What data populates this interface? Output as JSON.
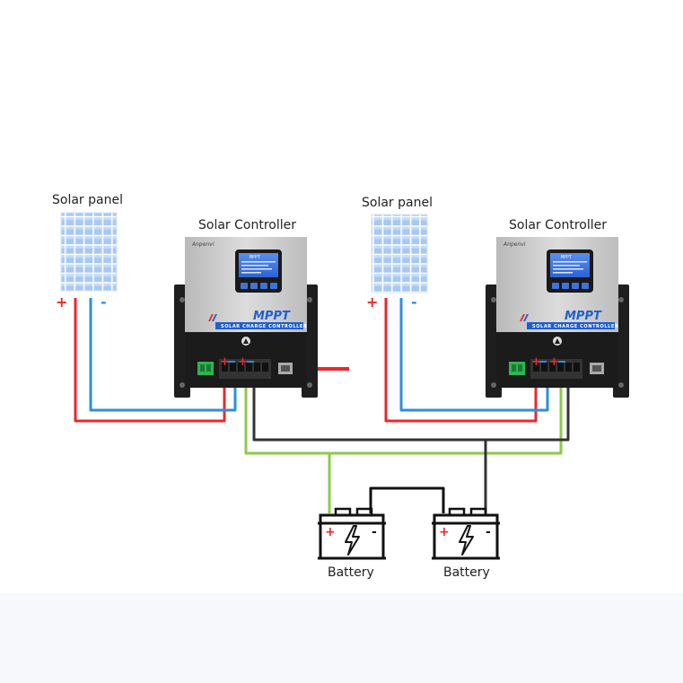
{
  "labels": {
    "solar_panel_left": "Solar panel",
    "solar_panel_right": "Solar panel",
    "controller_left": "Solar Controller",
    "controller_right": "Solar Controller",
    "battery_left": "Battery",
    "battery_right": "Battery"
  },
  "controller_face": {
    "brand": "Anpenvi",
    "lcd_title": "MPPT",
    "logo": "MPPT",
    "band_text": "SOLAR CHARGE CONTROLLER"
  },
  "polarity": {
    "positive": "+",
    "negative": "-"
  },
  "colors": {
    "positive_wire": "#e8292c",
    "pv_negative_wire": "#2a8fe0",
    "battery_positive_wire": "#8fc84a",
    "battery_negative_wire": "#333333",
    "controller_body": "#c9c9c9",
    "controller_base": "#1b1b1b",
    "lcd_blue": "#2e6fe0",
    "panel_cell": "#a7c8f2"
  },
  "icons": {
    "panel": "solar-panel-icon",
    "controller": "charge-controller-icon",
    "battery": "battery-icon",
    "bolt": "lightning-bolt-icon"
  }
}
